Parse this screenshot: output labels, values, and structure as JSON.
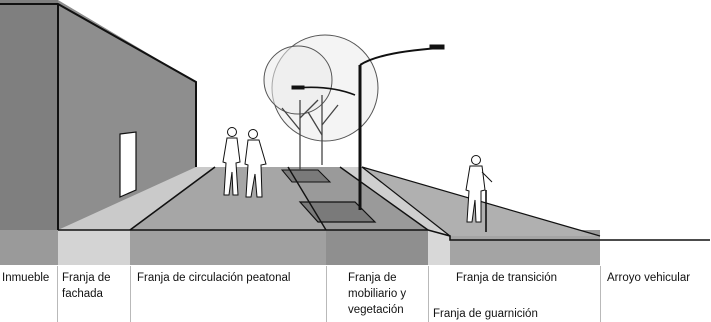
{
  "labels": {
    "inmueble": "Inmueble",
    "franja_fachada": "Franja de\nfachada",
    "franja_circulacion": "Franja de circulación peatonal",
    "franja_mobiliario": "Franja de\nmobiliario y\nvegetación",
    "franja_guarnicion": "Franja de guarnición",
    "franja_transicion": "Franja de transición",
    "arroyo_vehicular": "Arroyo vehicular"
  },
  "colors": {
    "building": "#8c8c8c",
    "sidewalk_light": "#c4c4c4",
    "sidewalk_mid": "#9e9e9e",
    "ramp": "#a9a9a9",
    "street": "#8e8e8e",
    "outline": "#111111",
    "divider": "#b9b9b9"
  }
}
